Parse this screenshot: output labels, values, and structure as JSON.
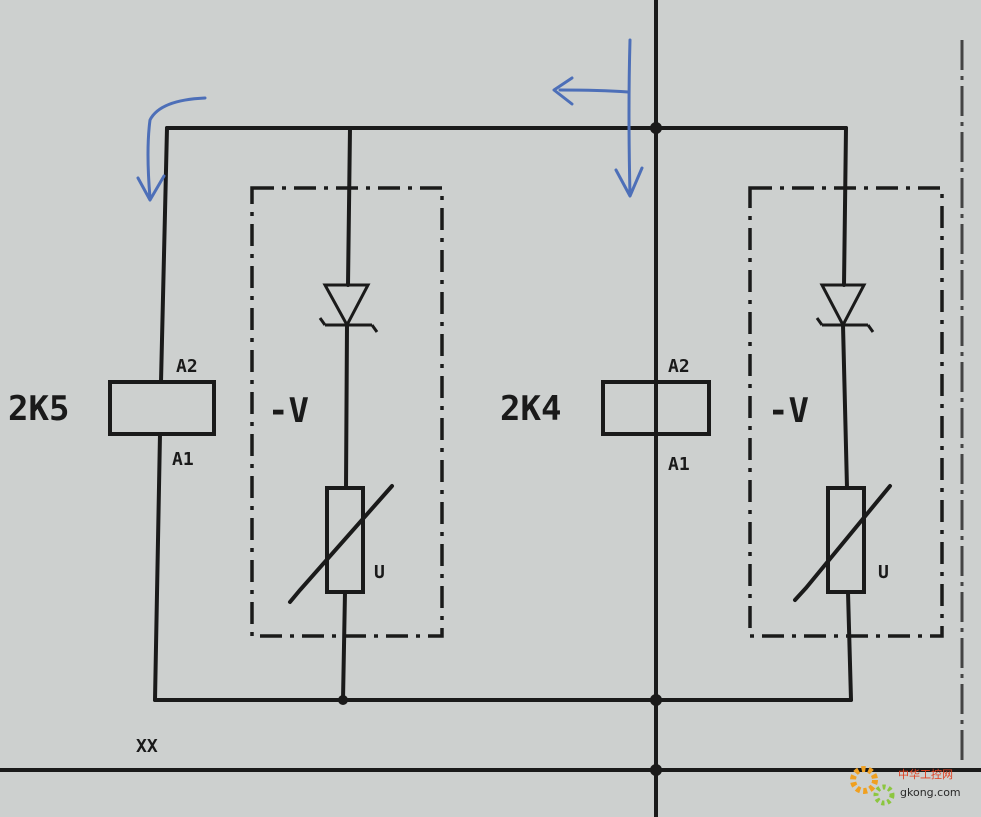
{
  "relays": [
    {
      "id": "2K5",
      "top_terminal": "A2",
      "bottom_terminal": "A1"
    },
    {
      "id": "2K4",
      "top_terminal": "A2",
      "bottom_terminal": "A1"
    }
  ],
  "suppressors": [
    {
      "label": "-V",
      "varistor_label": "U"
    },
    {
      "label": "-V",
      "varistor_label": "U"
    }
  ],
  "bottom_label": "XX",
  "watermark": {
    "line1": "中华工控网",
    "line2": "gkong.com"
  },
  "colors": {
    "ink": "#1a1a1a",
    "paper": "#cdd0cf",
    "pen": "#4d6fb8",
    "logo": "#f0a020"
  }
}
